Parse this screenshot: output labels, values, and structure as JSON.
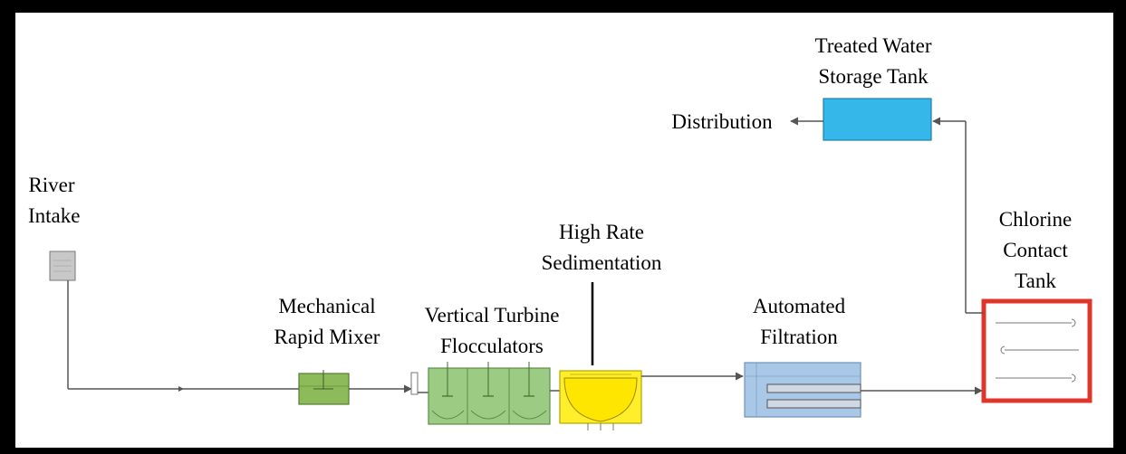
{
  "diagram": {
    "colors": {
      "pipe": "#555555",
      "mixer": "#8dbb5a",
      "flocculator": "#9ccc84",
      "sedimentation": "#ffee2a",
      "filtration": "#a9c8e8",
      "chlorine_border": "#e0352b",
      "storage": "#35b7ea",
      "intake": "#c8c8c8"
    },
    "labels": {
      "river_intake": {
        "line1": "River",
        "line2": "Intake"
      },
      "rapid_mixer": {
        "line1": "Mechanical",
        "line2": "Rapid Mixer"
      },
      "flocculators": {
        "line1": "Vertical Turbine",
        "line2": "Flocculators"
      },
      "sedimentation": {
        "line1": "High Rate",
        "line2": "Sedimentation"
      },
      "filtration": {
        "line1": "Automated",
        "line2": "Filtration"
      },
      "chlorine_tank": {
        "line1": "Chlorine",
        "line2": "Contact",
        "line3": "Tank"
      },
      "storage_tank": {
        "line1": "Treated Water",
        "line2": "Storage Tank"
      },
      "distribution": "Distribution"
    }
  }
}
